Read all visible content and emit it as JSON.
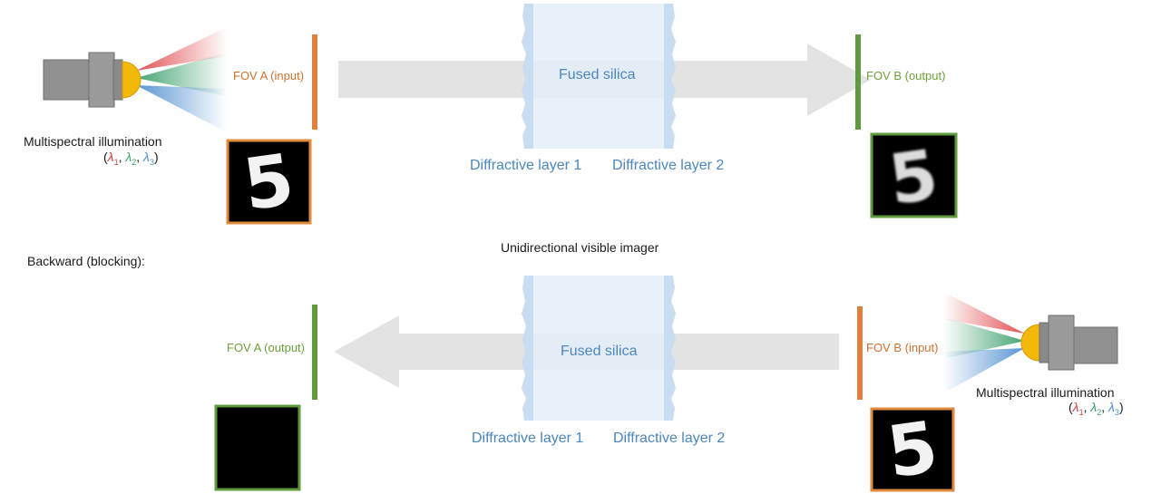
{
  "section_label": "Backward (blocking):",
  "subtitle": "Unidirectional visible imager",
  "forward": {
    "source_label": "Multispectral illumination",
    "fov_a_label": "FOV A (input)",
    "fov_b_label": "FOV B (output)",
    "medium_label": "Fused silica",
    "layer1_label": "Diffractive layer 1",
    "layer2_label": "Diffractive layer 2",
    "input_digit": "5",
    "output_digit": "5"
  },
  "backward": {
    "source_label": "Multispectral illumination",
    "fov_a_label": "FOV A (output)",
    "fov_b_label": "FOV B (input)",
    "medium_label": "Fused silica",
    "layer1_label": "Diffractive layer 1",
    "layer2_label": "Diffractive layer 2",
    "input_digit": "5"
  },
  "wavelengths": [
    {
      "symbol": "λ",
      "index": "1",
      "color": "#d63b3b"
    },
    {
      "symbol": "λ",
      "index": "2",
      "color": "#3aa06a"
    },
    {
      "symbol": "λ",
      "index": "3",
      "color": "#4f8fd0"
    }
  ],
  "colors": {
    "input_frame": "#e08a3c",
    "output_frame": "#5f9b3c",
    "arrow": "#e3e3e3",
    "silica": "#e4eef9",
    "layer": "#c8dcf2",
    "lamp_body": "#8f8f8f",
    "lamp_bulb": "#f2b90a"
  },
  "icons": {
    "source": "lamp-icon"
  }
}
